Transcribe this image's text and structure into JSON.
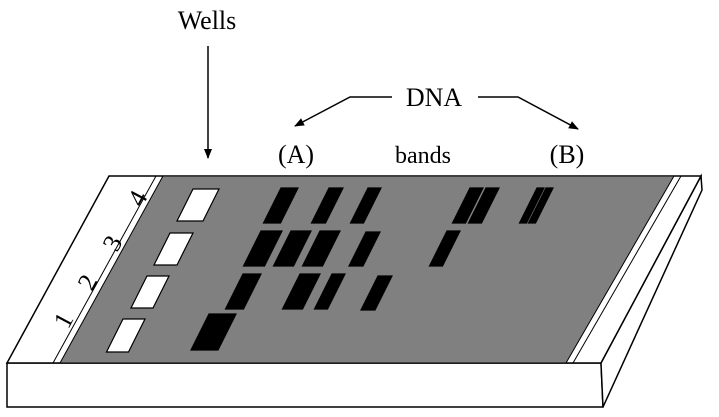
{
  "labels": {
    "wells": "Wells",
    "dna": "DNA",
    "band_a": "(A)",
    "bands": "bands",
    "band_b": "(B)"
  },
  "lanes": [
    "1",
    "2",
    "3",
    "4"
  ],
  "colors": {
    "gel": "#808080",
    "bands": "#000000",
    "wells": "#ffffff",
    "tray": "#ffffff"
  }
}
